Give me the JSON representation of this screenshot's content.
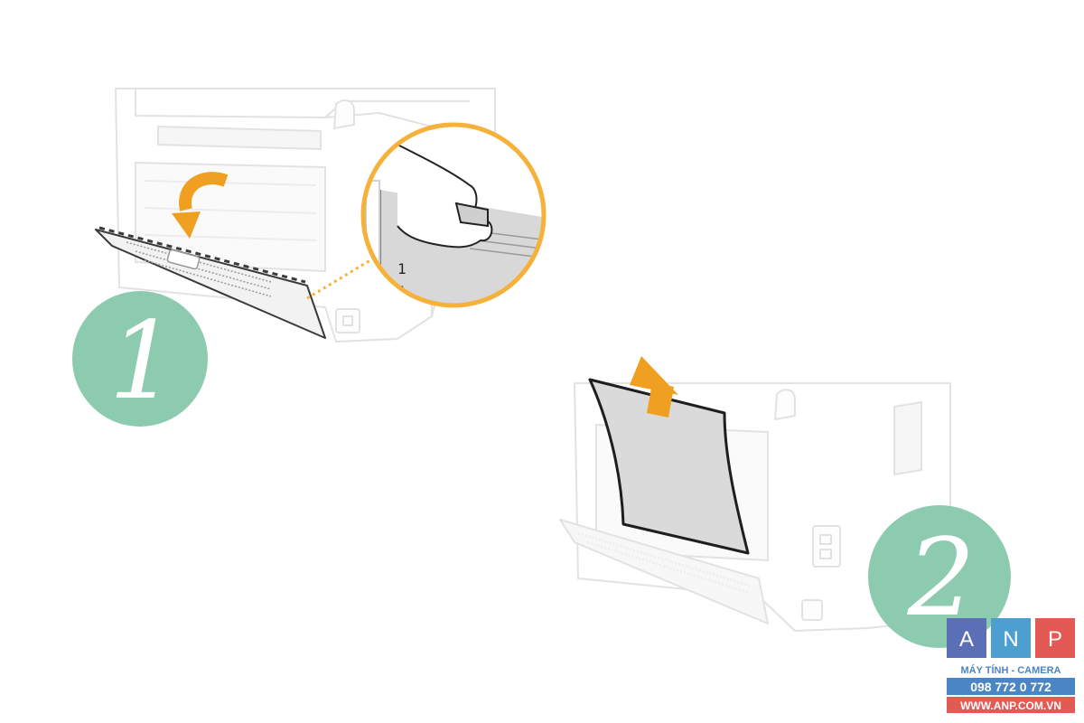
{
  "colors": {
    "step_badge": "#8dcbb0",
    "accent_arrow": "#f0a020",
    "callout_ring": "#f5b13a",
    "printer_line": "#e2e2e2",
    "paper_fill": "#dadada",
    "logo_a": "#5b6fb6",
    "logo_n": "#4d9fd0",
    "logo_p": "#e35a55",
    "logo_text_blue": "#4a86c6",
    "logo_text_red": "#e35a55"
  },
  "steps": {
    "step1": {
      "number": "1"
    },
    "step2": {
      "number": "2"
    }
  },
  "callout": {
    "marks": [
      "1",
      "1"
    ]
  },
  "logo": {
    "letters": [
      "A",
      "N",
      "P"
    ],
    "line1": "MÁY TÍNH - CAMERA",
    "phone": "098 772 0 772",
    "website": "WWW.ANP.COM.VN"
  },
  "icons": {
    "step1_arrow": "curved-arrow-down-icon",
    "step2_arrow": "arrow-up-icon",
    "callout": "magnifier-callout-icon"
  }
}
